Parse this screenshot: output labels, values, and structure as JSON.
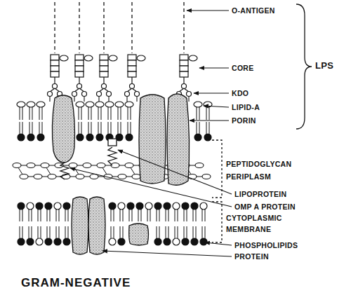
{
  "diagram": {
    "title": "GRAM-NEGATIVE",
    "labels": [
      "O-ANTIGEN",
      "CORE",
      "LPS",
      "KDO",
      "LIPID-A",
      "PORIN",
      "PEPTIDOGLYCAN",
      "PERIPLASM",
      "LIPOPROTEIN",
      "OMP A PROTEIN",
      "CYTOPLASMIC MEMBRANE",
      "PHOSPHOLIPIDS",
      "PROTEIN"
    ]
  }
}
